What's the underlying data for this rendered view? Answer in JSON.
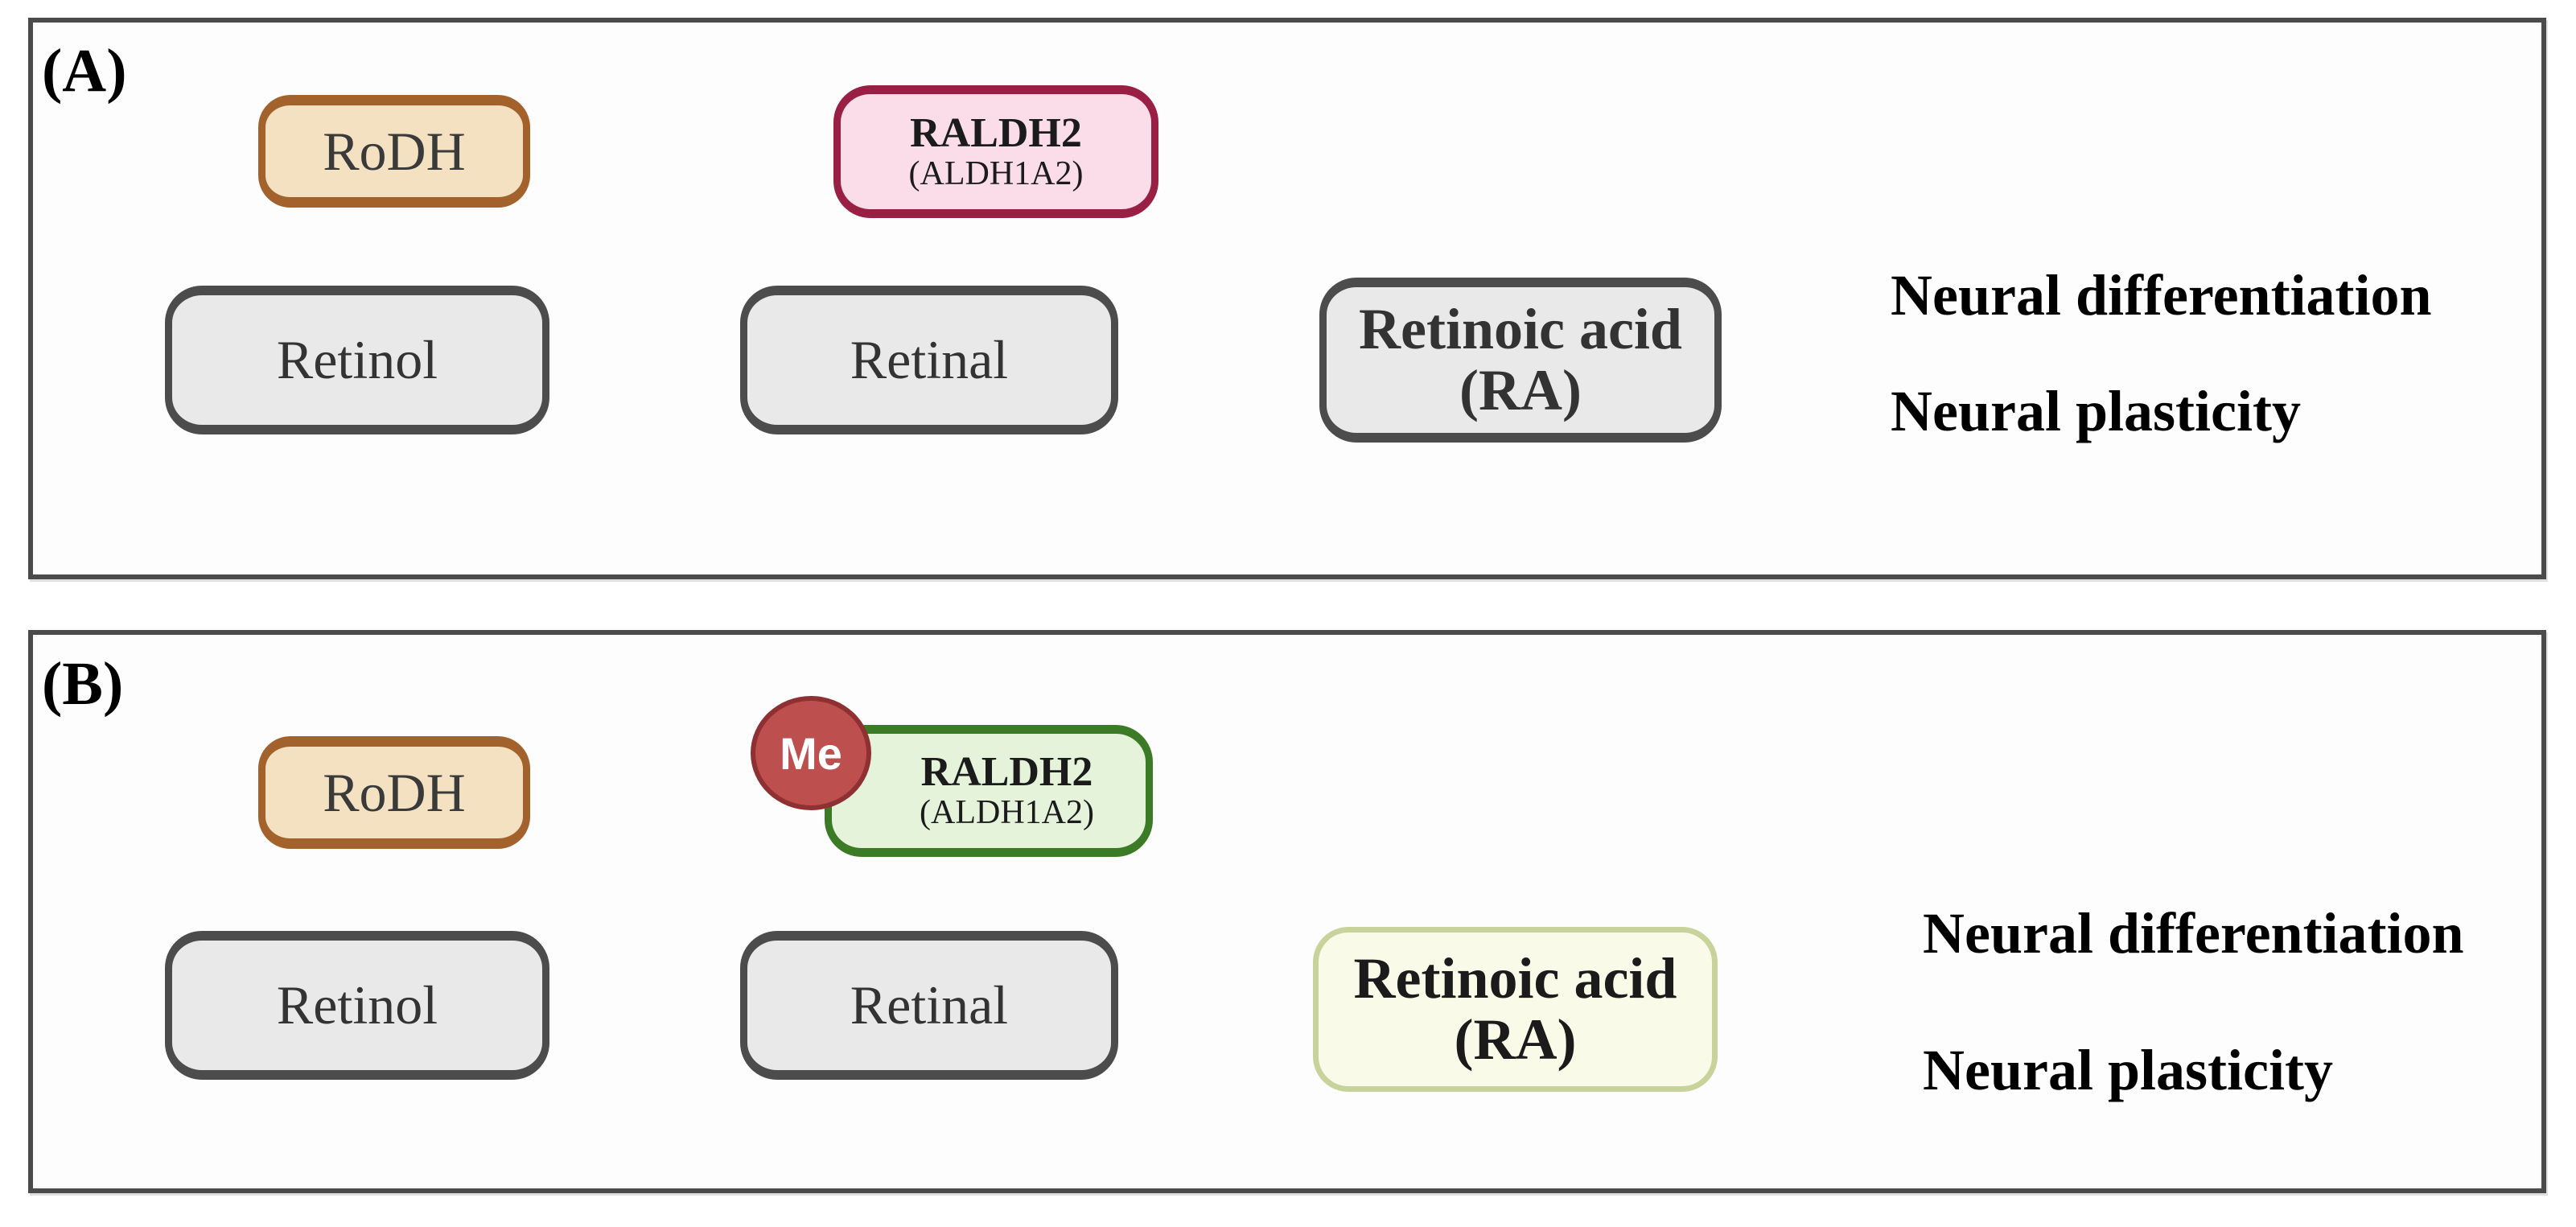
{
  "figure": {
    "panel_a": {
      "label": "(A)",
      "rodh": "RoDH",
      "raldh2": "RALDH2",
      "raldh2_sub": "(ALDH1A2)",
      "retinol": "Retinol",
      "retinal": "Retinal",
      "retinoic_acid": "Retinoic acid",
      "retinoic_acid_sub": "(RA)",
      "outcomes": [
        "Neural differentiation",
        "Neural plasticity"
      ]
    },
    "panel_b": {
      "label": "(B)",
      "methyl": "Me",
      "rodh": "RoDH",
      "raldh2": "RALDH2",
      "raldh2_sub": "(ALDH1A2)",
      "retinol": "Retinol",
      "retinal": "Retinal",
      "retinoic_acid": "Retinoic acid",
      "retinoic_acid_sub": "(RA)",
      "outcomes": [
        "Neural differentiation",
        "Neural plasticity"
      ]
    },
    "colors": {
      "panel_border": "#4b4b4b",
      "substrate_fill": "#e9e9e9",
      "substrate_border": "#4c4c4c",
      "rodh_fill": "#f3e1c1",
      "rodh_border": "#a3622c",
      "raldh2_a_fill": "#fadde8",
      "raldh2_a_border": "#9a1f45",
      "raldh2_b_fill": "#e5f3db",
      "raldh2_b_border": "#3c7b26",
      "retinoic_b_fill": "#f9fae8",
      "retinoic_b_border": "#c8d29b",
      "methyl_fill": "#bd4f4f",
      "methyl_border": "#8f3032",
      "arrow_black": "#1a1a1a",
      "arrow_brown": "#a3622c",
      "arrow_maroon": "#9a2046",
      "arrow_green": "#3c7b26",
      "block_x": "#3d3d3d"
    }
  }
}
